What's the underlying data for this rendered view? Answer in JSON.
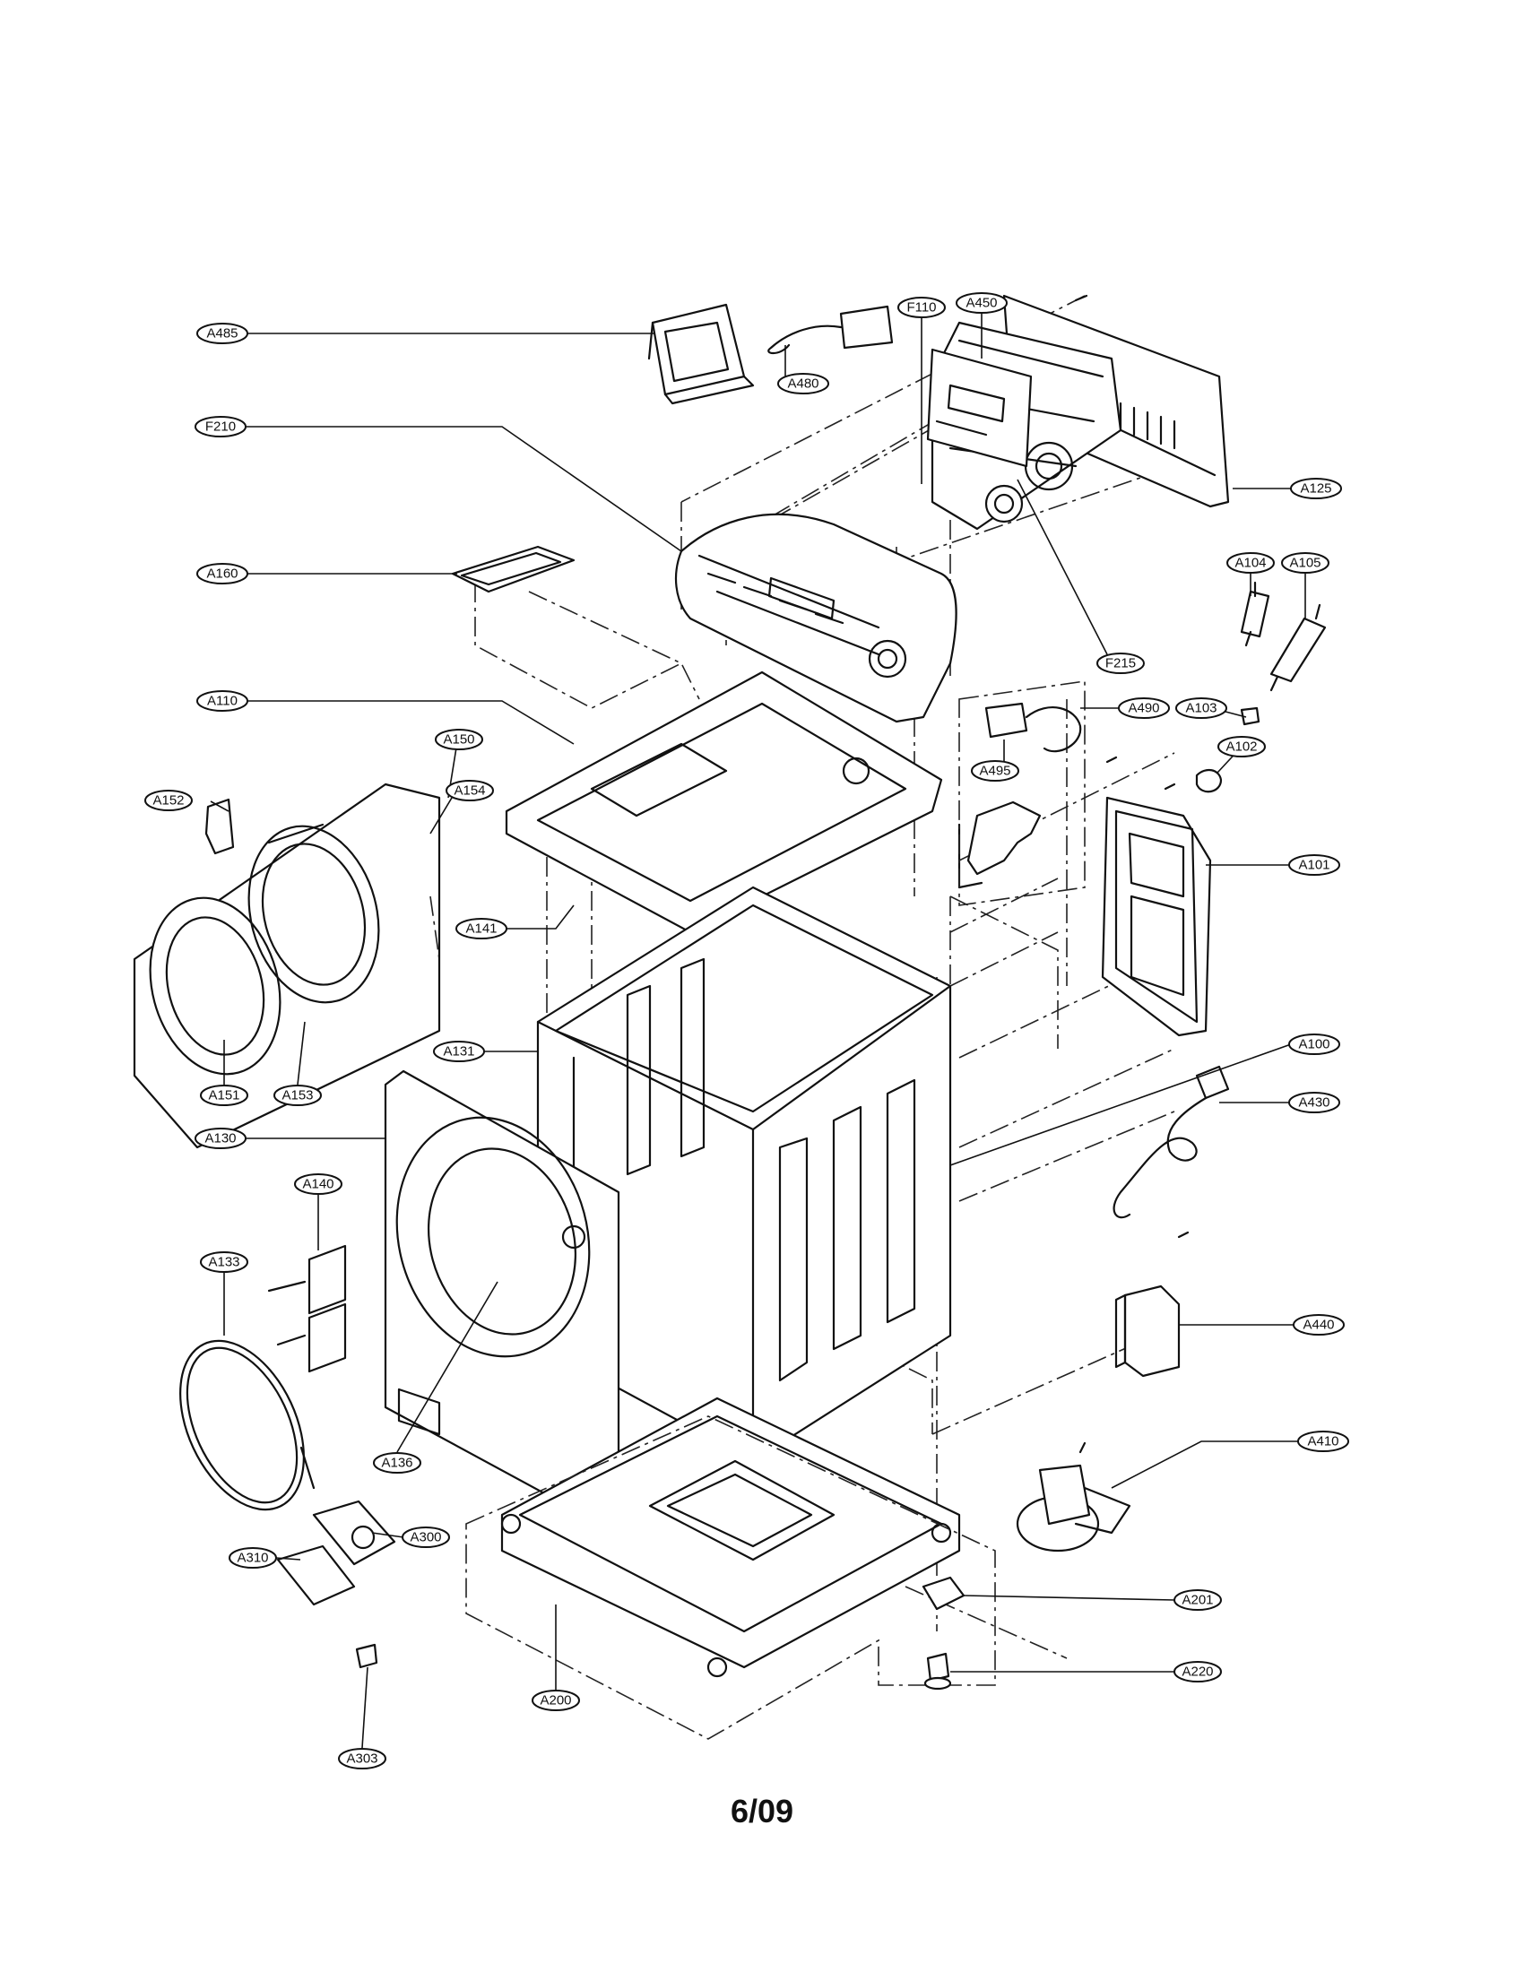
{
  "diagram": {
    "page_number": "6/09",
    "callouts": [
      {
        "id": "A485",
        "label": "A485"
      },
      {
        "id": "A480",
        "label": "A480"
      },
      {
        "id": "F110",
        "label": "F110"
      },
      {
        "id": "A450",
        "label": "A450"
      },
      {
        "id": "F210",
        "label": "F210"
      },
      {
        "id": "A125",
        "label": "A125"
      },
      {
        "id": "A160",
        "label": "A160"
      },
      {
        "id": "A104",
        "label": "A104"
      },
      {
        "id": "A105",
        "label": "A105"
      },
      {
        "id": "F215",
        "label": "F215"
      },
      {
        "id": "A110",
        "label": "A110"
      },
      {
        "id": "A490",
        "label": "A490"
      },
      {
        "id": "A103",
        "label": "A103"
      },
      {
        "id": "A150",
        "label": "A150"
      },
      {
        "id": "A152",
        "label": "A152"
      },
      {
        "id": "A154",
        "label": "A154"
      },
      {
        "id": "A495",
        "label": "A495"
      },
      {
        "id": "A102",
        "label": "A102"
      },
      {
        "id": "A101",
        "label": "A101"
      },
      {
        "id": "A141",
        "label": "A141"
      },
      {
        "id": "A131",
        "label": "A131"
      },
      {
        "id": "A151",
        "label": "A151"
      },
      {
        "id": "A153",
        "label": "A153"
      },
      {
        "id": "A100",
        "label": "A100"
      },
      {
        "id": "A430",
        "label": "A430"
      },
      {
        "id": "A130",
        "label": "A130"
      },
      {
        "id": "A140",
        "label": "A140"
      },
      {
        "id": "A133",
        "label": "A133"
      },
      {
        "id": "A440",
        "label": "A440"
      },
      {
        "id": "A136",
        "label": "A136"
      },
      {
        "id": "A410",
        "label": "A410"
      },
      {
        "id": "A300",
        "label": "A300"
      },
      {
        "id": "A310",
        "label": "A310"
      },
      {
        "id": "A201",
        "label": "A201"
      },
      {
        "id": "A220",
        "label": "A220"
      },
      {
        "id": "A200",
        "label": "A200"
      },
      {
        "id": "A303",
        "label": "A303"
      }
    ]
  }
}
